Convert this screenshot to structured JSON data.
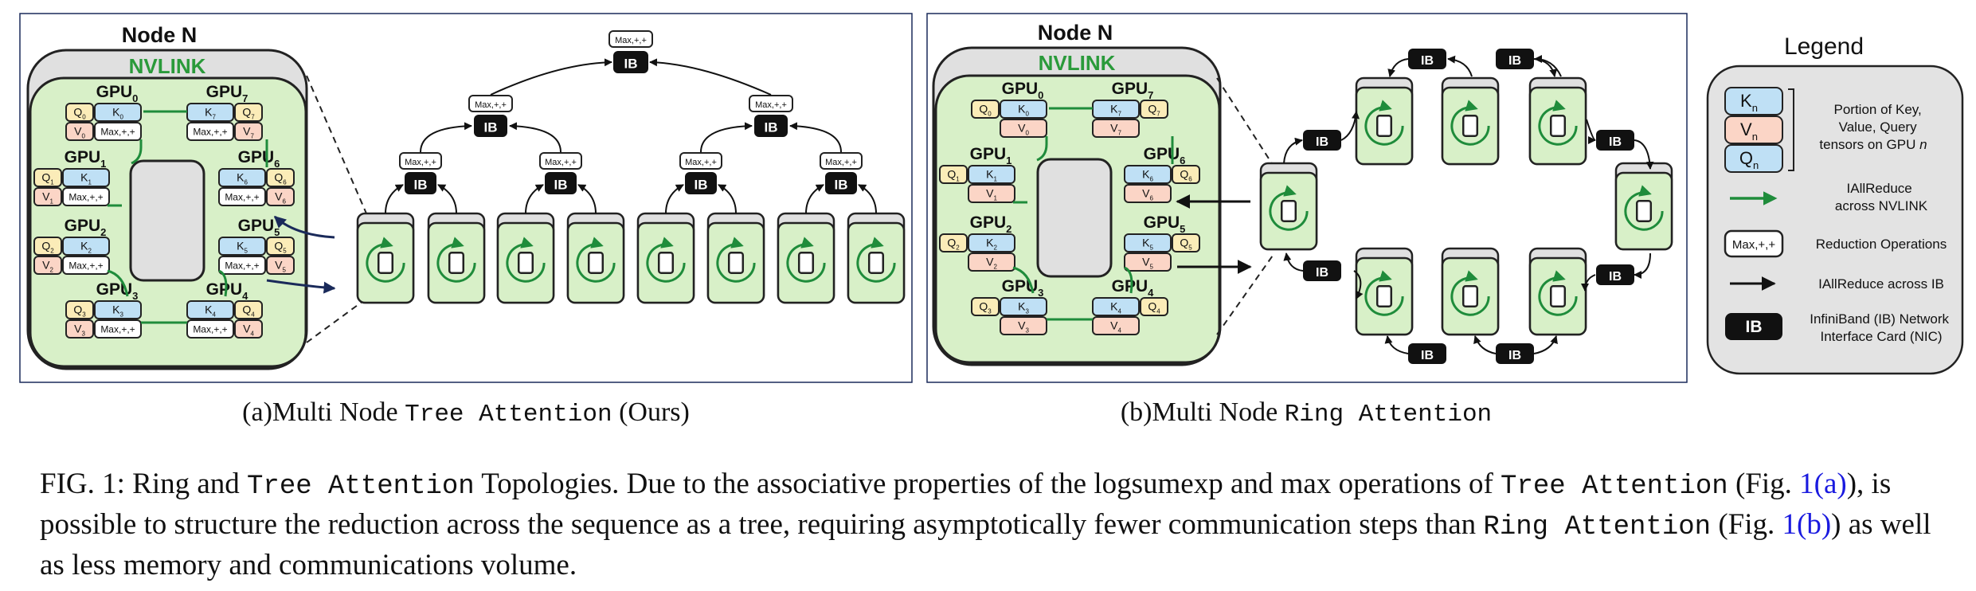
{
  "colors": {
    "gpu_fill": "#d8f0c8",
    "gpu_border": "#222222",
    "node_fill": "#e0e0e0",
    "nvlink_text": "#2a9a3a",
    "nvlink_arrow": "#1f8c3b",
    "k_fill": "#bfe0f5",
    "v_fill": "#fbd5c6",
    "q_fill": "#fbecb8",
    "ib_fill": "#111111",
    "panel_border": "#1a2a5a",
    "legend_fill": "#e3e3e3",
    "ref_link": "#1a1adf"
  },
  "panel_a": {
    "node_title": "Node N",
    "nvlink": "NVLINK",
    "ib_label": "IB",
    "op_label": "Max,+,+",
    "caption_prefix": "(a)Multi Node ",
    "caption_code": "Tree Attention",
    "caption_suffix": " (Ours)"
  },
  "panel_b": {
    "node_title": "Node N",
    "nvlink": "NVLINK",
    "ib_label": "IB",
    "caption_prefix": "(b)Multi Node ",
    "caption_code": "Ring Attention"
  },
  "gpus": [
    {
      "gpu": "GPU",
      "sub": "0",
      "k": "K",
      "v": "V",
      "q": "Q",
      "n": "0"
    },
    {
      "gpu": "GPU",
      "sub": "1",
      "k": "K",
      "v": "V",
      "q": "Q",
      "n": "1"
    },
    {
      "gpu": "GPU",
      "sub": "2",
      "k": "K",
      "v": "V",
      "q": "Q",
      "n": "2"
    },
    {
      "gpu": "GPU",
      "sub": "3",
      "k": "K",
      "v": "V",
      "q": "Q",
      "n": "3"
    },
    {
      "gpu": "GPU",
      "sub": "4",
      "k": "K",
      "v": "V",
      "q": "Q",
      "n": "4"
    },
    {
      "gpu": "GPU",
      "sub": "5",
      "k": "K",
      "v": "V",
      "q": "Q",
      "n": "5"
    },
    {
      "gpu": "GPU",
      "sub": "6",
      "k": "K",
      "v": "V",
      "q": "Q",
      "n": "6"
    },
    {
      "gpu": "GPU",
      "sub": "7",
      "k": "K",
      "v": "V",
      "q": "Q",
      "n": "7"
    }
  ],
  "legend": {
    "title": "Legend",
    "k": "K",
    "v": "V",
    "q": "Q",
    "n": "n",
    "kvq_desc_1": "Portion of Key,",
    "kvq_desc_2": "Value, Query",
    "kvq_desc_3": "tensors on GPU ",
    "kvq_desc_3_italic": "n",
    "nvlink_desc_1": "IAllReduce",
    "nvlink_desc_2": "across NVLINK",
    "op_label": "Max,+,+",
    "op_desc": "Reduction Operations",
    "ib_arrow_desc": "IAllReduce across IB",
    "ib_label": "IB",
    "ib_desc_1": "InfiniBand (IB) Network",
    "ib_desc_2": "Interface Card (NIC)"
  },
  "caption": {
    "fig": "FIG. 1: Ring and ",
    "code1": "Tree Attention",
    "t1": " Topologies. Due to the associative properties of the logsumexp and max operations of ",
    "code2": "Tree Attention",
    "t2": " (Fig. ",
    "ref1": "1(a)",
    "t3": "), is possible to structure the reduction across the sequence as a tree, requiring asymptotically fewer communication steps than ",
    "code3": "Ring Attention",
    "t4": " (Fig. ",
    "ref2": "1(b)",
    "t5": ") as well as less memory and communications volume."
  }
}
